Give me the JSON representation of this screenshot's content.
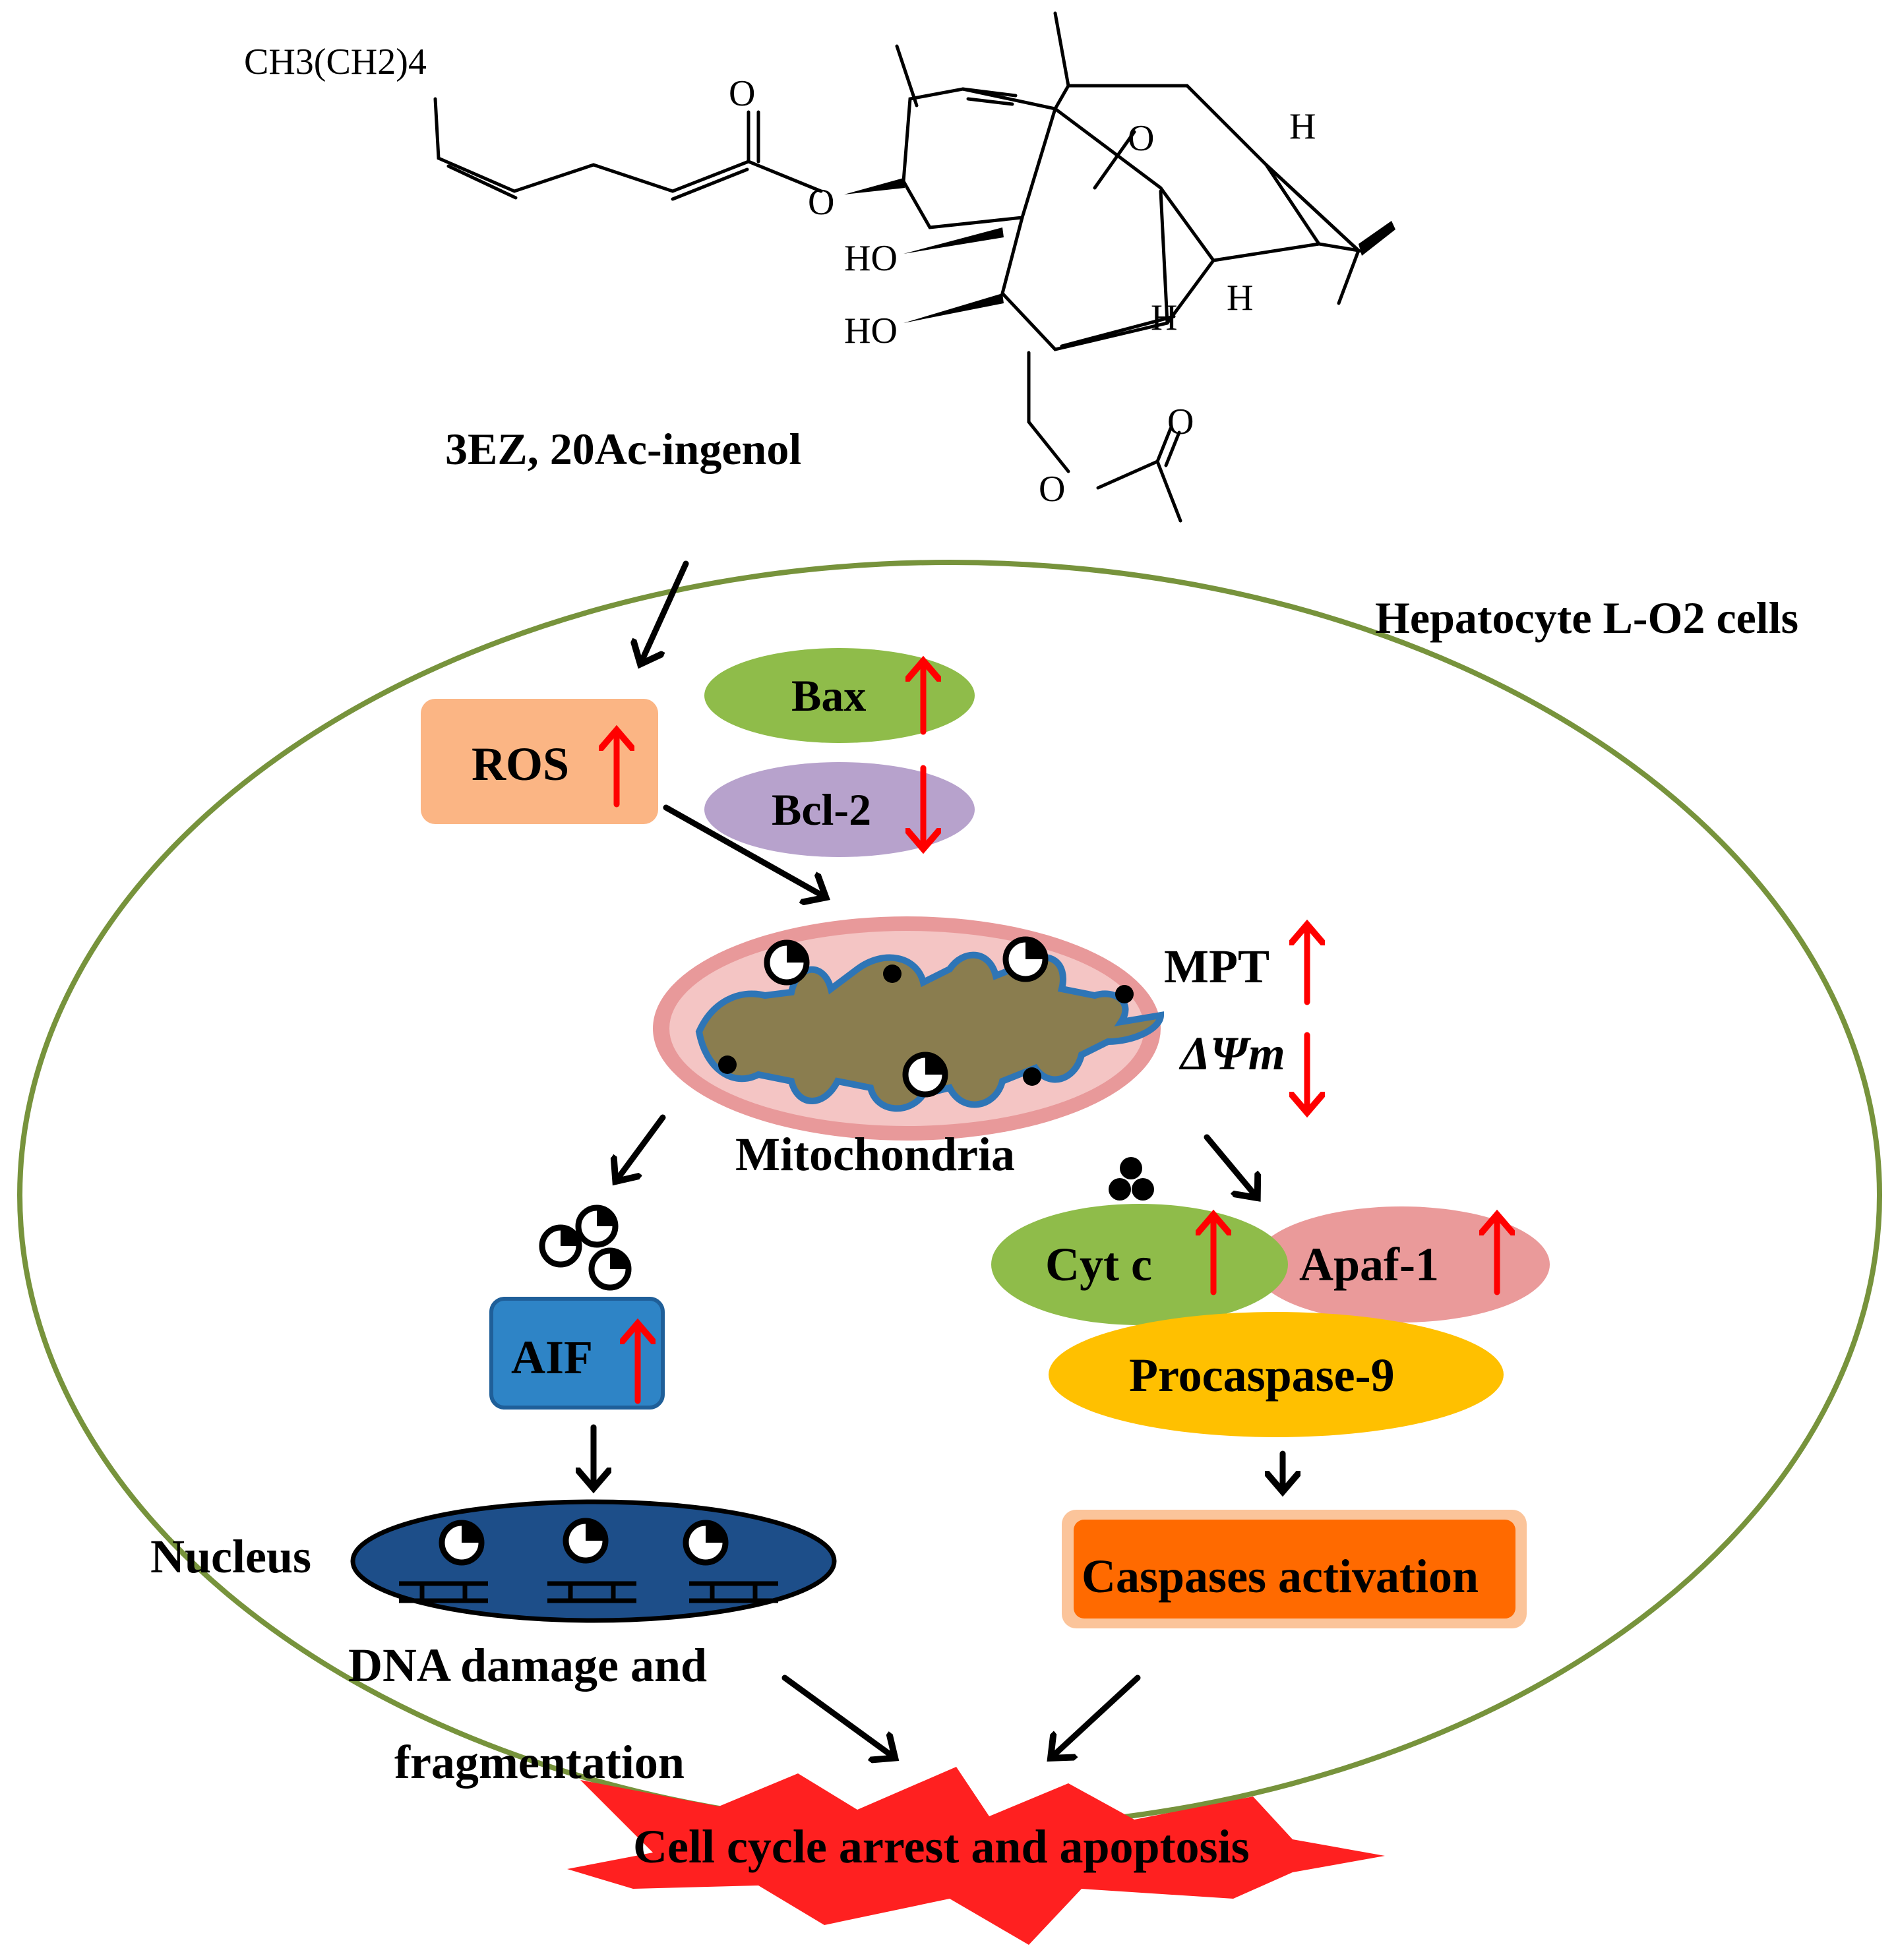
{
  "compound": {
    "name": "3EZ, 20Ac-ingenol",
    "chain": "CH3(CH2)4",
    "atoms": {
      "O": "O",
      "HO": "HO",
      "H": "H"
    }
  },
  "cell": {
    "label": "Hepatocyte L-O2 cells"
  },
  "nodes": {
    "ros": "ROS",
    "bax": "Bax",
    "bcl2": "Bcl-2",
    "mpt": "MPT",
    "dpsim": "ΔΨm",
    "mitochondria": "Mitochondria",
    "aif": "AIF",
    "nucleus": "Nucleus",
    "dna": [
      "DNA damage and",
      "fragmentation"
    ],
    "cytc": "Cyt c",
    "apaf1": "Apaf-1",
    "procaspase9": "Procaspase-9",
    "caspases": "Caspases activation",
    "outcome": "Cell cycle arrest and apoptosis"
  },
  "regulation": {
    "ros": "up",
    "bax": "up",
    "bcl2": "down",
    "mpt": "up",
    "dpsim": "down",
    "aif": "up",
    "cytc": "up",
    "apaf1": "up"
  },
  "colors": {
    "cell_membrane": "#77933c",
    "ros": "#fbb584",
    "bax": "#8fbc4a",
    "bcl2": "#b7a2cc",
    "mito_outer": "#e8999a",
    "mito_inner": "#f4c5c4",
    "cristae": "#8a7d4f",
    "cristae_stroke": "#2e75b6",
    "aif": "#2e84c6",
    "nucleus": "#1d4e89",
    "cytc": "#8fbc4a",
    "apaf1": "#ea9a9a",
    "procaspase9": "#ffc000",
    "caspases": "#ff6a00",
    "caspases_glow": "#fbc49a",
    "burst": "#ff2020",
    "regulation_arrow": "#ff0000"
  }
}
